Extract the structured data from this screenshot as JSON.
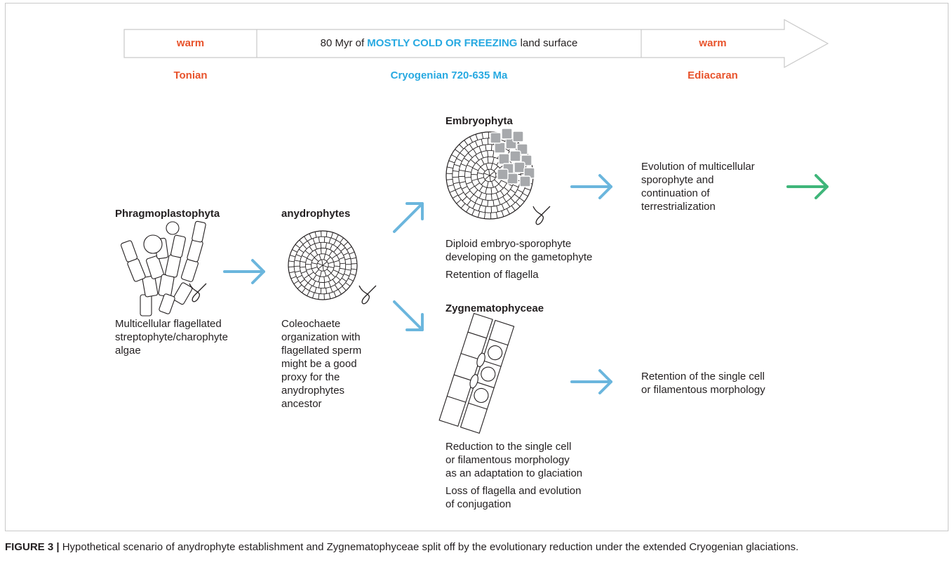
{
  "timeline": {
    "segment_left": "warm",
    "segment_middle_prefix": "80 Myr of ",
    "segment_middle_highlight": "MOSTLY COLD OR FREEZING",
    "segment_middle_suffix": " land surface",
    "segment_right": "warm",
    "period_tonian": "Tonian",
    "period_cryogenian": "Cryogenian 720-635 Ma",
    "period_ediacaran": "Ediacaran"
  },
  "nodes": {
    "phragmoplastophyta": {
      "title": "Phragmoplastophyta",
      "desc": [
        "Multicellular flagellated",
        "streptophyte/charophyte",
        "algae"
      ]
    },
    "anydrophytes": {
      "title": "anydrophytes",
      "desc": [
        "Coleochaete",
        "organization with",
        "flagellated sperm",
        "might be a good",
        "proxy for the",
        "anydrophytes",
        "ancestor"
      ]
    },
    "embryophyta": {
      "title": "Embryophyta",
      "desc1": [
        "Diploid embryo-sporophyte",
        "developing on the gametophyte"
      ],
      "desc2": "Retention of flagella"
    },
    "zygnematophyceae": {
      "title": "Zygnematophyceae",
      "desc1": [
        "Reduction to the single cell",
        "or filamentous morphology",
        "as an adaptation to glaciation"
      ],
      "desc2": [
        "Loss of flagella and evolution",
        "of conjugation"
      ]
    },
    "outcome_embryophyta": [
      "Evolution of multicellular",
      "sporophyte and",
      "continuation of",
      "terrestrialization"
    ],
    "outcome_zygnematophyceae": [
      "Retention of the single cell",
      "or filamentous morphology"
    ]
  },
  "colors": {
    "warm": "#e8532c",
    "cold": "#27a9e1",
    "arrow_blue": "#6bb6dd",
    "arrow_green": "#3fb67a",
    "cell_gray": "#a7a9ac"
  },
  "icons": [
    "sperm-flagella-icon",
    "arrow-icon"
  ],
  "caption": {
    "label": "FIGURE 3 |",
    "text": " Hypothetical scenario of anydrophyte establishment and Zygnematophyceae split off by the evolutionary reduction under the extended Cryogenian glaciations."
  }
}
